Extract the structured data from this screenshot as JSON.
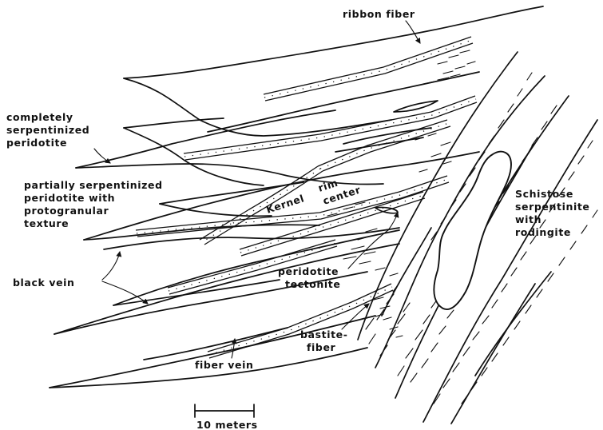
{
  "labels": {
    "ribbon_fiber": "ribbon fiber",
    "completely": [
      "completely",
      "serpentinized",
      "peridotite"
    ],
    "partially": [
      "partially serpentinized",
      "peridotite with",
      "protogranular",
      "texture"
    ],
    "kernel": "Kernel",
    "rim": "rim",
    "center": "center",
    "schistose": [
      "Schistose",
      "serpentinite",
      "with",
      "rodingite"
    ],
    "peridotite_tectonite": [
      "peridotite",
      "tectonite"
    ],
    "black_vein": "black vein",
    "bastite_fiber": [
      "bastite-",
      "fiber"
    ],
    "fiber_vein": "fiber vein"
  },
  "scale_bar": {
    "label": "10 meters"
  }
}
